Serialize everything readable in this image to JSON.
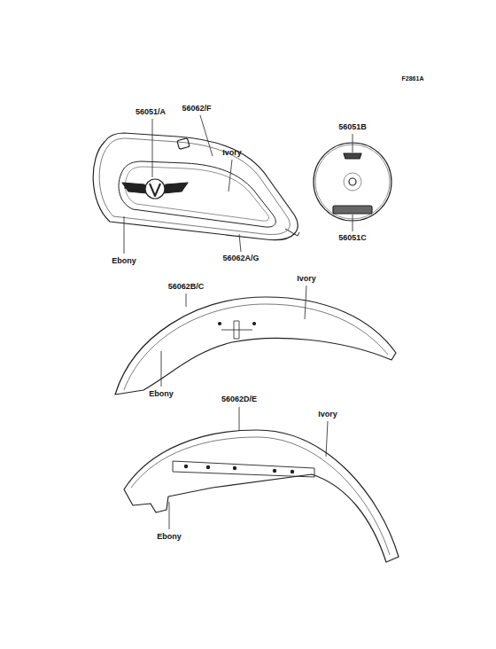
{
  "diagram": {
    "labels": [
      "F2861A",
      "56051/A",
      "56062/F",
      "Ivory",
      "56051B",
      "Ebony",
      "56062A/G",
      "56051C",
      "56062B/C",
      "Ivory",
      "Ebony",
      "56062D/E",
      "Ivory",
      "Ebony"
    ]
  }
}
